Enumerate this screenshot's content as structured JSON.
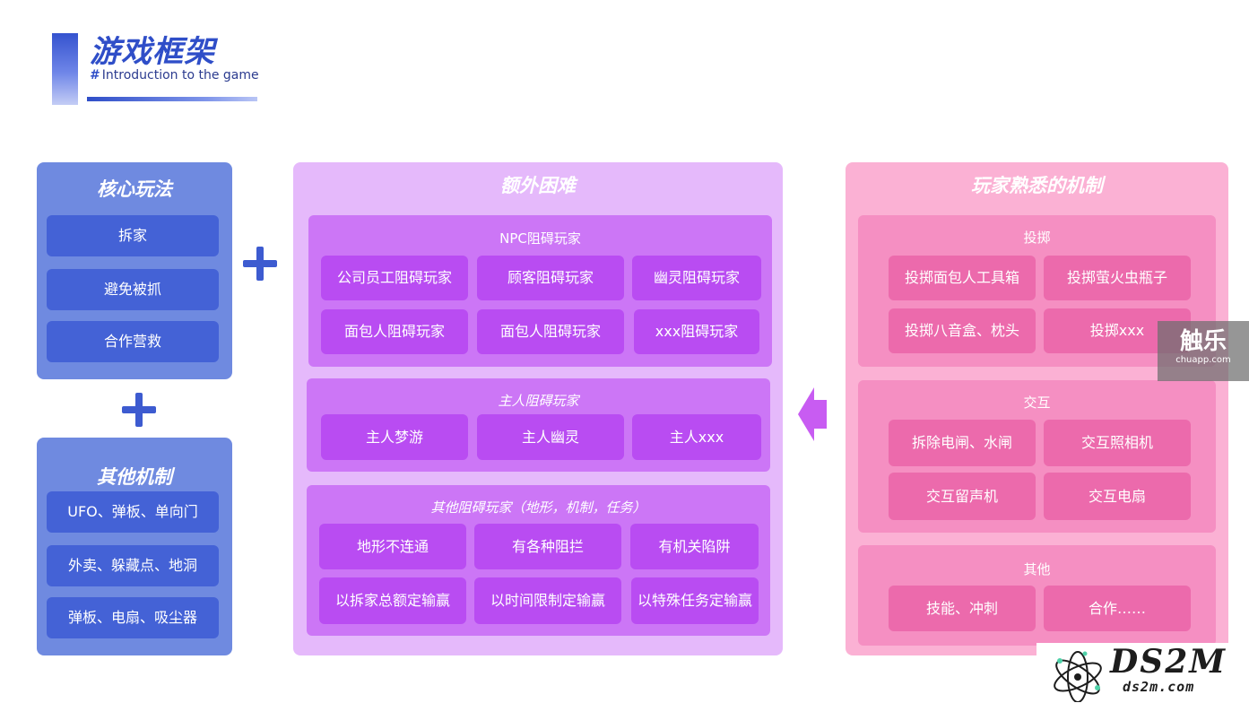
{
  "header": {
    "title": "游戏框架",
    "hash": "#",
    "subtitle": "Introduction to the game"
  },
  "core": {
    "title": "核心玩法",
    "items": [
      "拆家",
      "避免被抓",
      "合作营救"
    ]
  },
  "other_mech": {
    "title": "其他机制",
    "items": [
      "UFO、弹板、单向门",
      "外卖、躲藏点、地洞",
      "弹板、电扇、吸尘器"
    ]
  },
  "extra": {
    "title": "额外困难",
    "npc": {
      "title": "NPC阻碍玩家",
      "items": [
        "公司员工阻碍玩家",
        "顾客阻碍玩家",
        "幽灵阻碍玩家",
        "面包人阻碍玩家",
        "面包人阻碍玩家",
        "xxx阻碍玩家"
      ]
    },
    "owner": {
      "title": "主人阻碍玩家",
      "items": [
        "主人梦游",
        "主人幽灵",
        "主人xxx"
      ]
    },
    "others": {
      "title": "其他阻碍玩家（地形，机制，任务）",
      "items": [
        "地形不连通",
        "有各种阻拦",
        "有机关陷阱",
        "以拆家总额定输赢",
        "以时间限制定输赢",
        "以特殊任务定输赢"
      ]
    }
  },
  "familiar": {
    "title": "玩家熟悉的机制",
    "throw": {
      "title": "投掷",
      "items": [
        "投掷面包人工具箱",
        "投掷萤火虫瓶子",
        "投掷八音盒、枕头",
        "投掷xxx"
      ]
    },
    "interact": {
      "title": "交互",
      "items": [
        "拆除电闸、水闸",
        "交互照相机",
        "交互留声机",
        "交互电扇"
      ]
    },
    "misc": {
      "title": "其他",
      "items": [
        "技能、冲刺",
        "合作……"
      ]
    }
  },
  "watermarks": {
    "chuapp_big": "触乐",
    "chuapp_small": "chuapp.com",
    "ds2m_logo": "DS2M",
    "ds2m_url": "ds2m.com"
  },
  "colors": {
    "blue": "#4462d6",
    "purple": "#b94cf2",
    "pink": "#ec6aac"
  }
}
